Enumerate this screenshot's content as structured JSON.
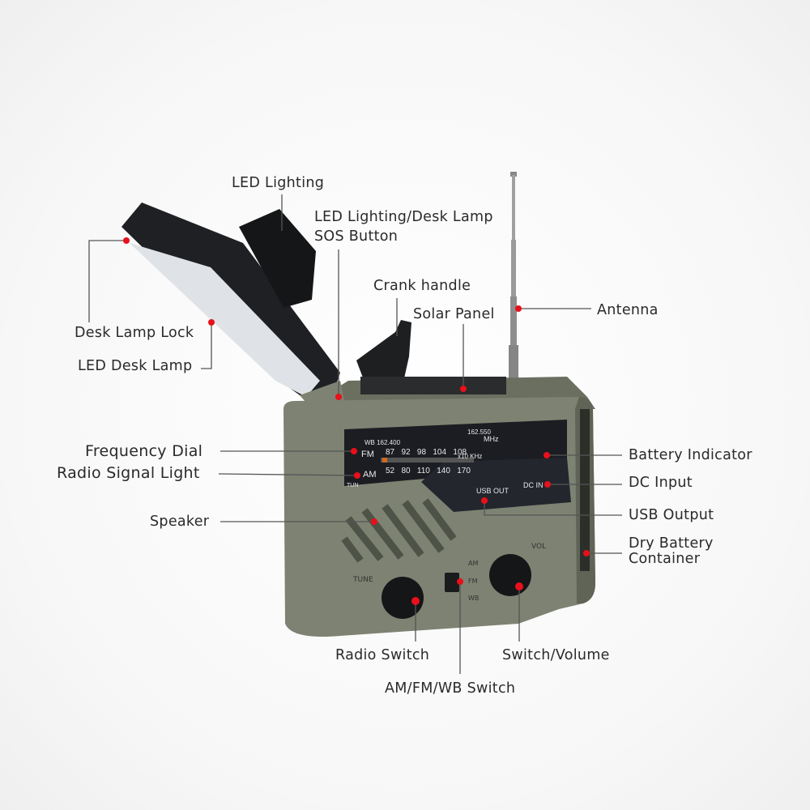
{
  "labels": {
    "led_lighting": "LED Lighting",
    "led_lighting_desk_lamp": "LED Lighting/Desk Lamp",
    "sos_button": "SOS Button",
    "crank_handle": "Crank handle",
    "solar_panel": "Solar Panel",
    "antenna": "Antenna",
    "desk_lamp_lock": "Desk Lamp Lock",
    "led_desk_lamp": "LED Desk Lamp",
    "frequency_dial": "Frequency Dial",
    "radio_signal_light": "Radio Signal Light",
    "speaker": "Speaker",
    "battery_indicator": "Battery Indicator",
    "dc_input": "DC Input",
    "usb_output": "USB Output",
    "dry_battery_container_1": "Dry Battery",
    "dry_battery_container_2": "Container",
    "radio_switch": "Radio Switch",
    "am_fm_wb_switch": "AM/FM/WB Switch",
    "switch_volume": "Switch/Volume"
  },
  "device": {
    "wb_low": "WB 162.400",
    "wb_high": "162.550",
    "fm": "FM",
    "fm_values": "87   92   98   104   108",
    "mhz": "MHz",
    "am": "AM",
    "am_values": "52   80   110   140   170",
    "khz": "x10 KHz",
    "tun": "TUN",
    "usb_out": "USB OUT",
    "dc_in": "DC IN",
    "tune": "TUNE",
    "vol": "VOL",
    "band_am": "AM",
    "band_fm": "FM",
    "band_wb": "WB"
  },
  "colors": {
    "body": "#7d8272",
    "marker": "#e8101a",
    "panel": "#1b1d22"
  }
}
